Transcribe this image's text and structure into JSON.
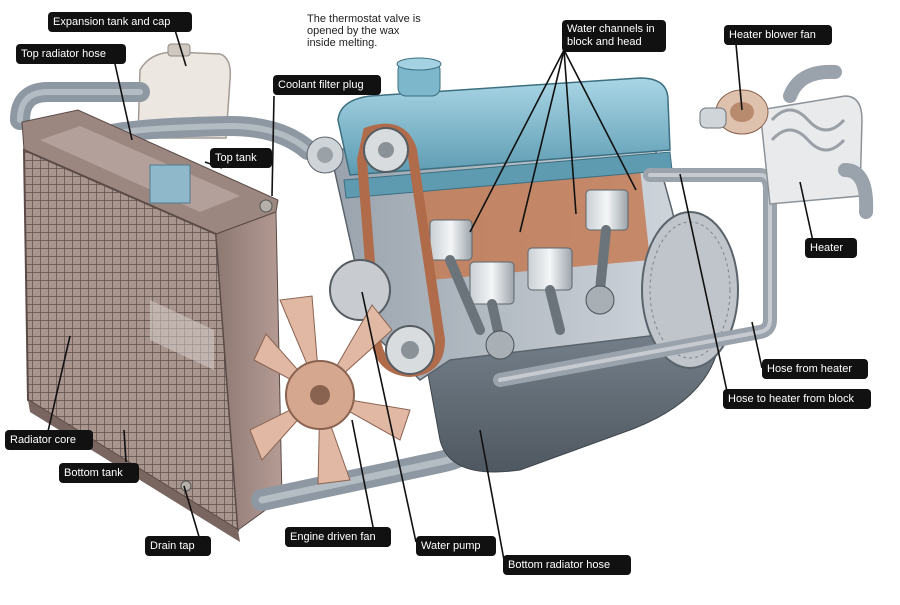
{
  "note": "The thermostat valve is\nopened by the wax\ninside melting.",
  "labels": {
    "expansion_tank": "Expansion tank and cap",
    "top_radiator_hose": "Top radiator hose",
    "coolant_filter_plug": "Coolant filter plug",
    "top_tank": "Top tank",
    "water_channels": "Water channels in block and head",
    "heater_blower_fan": "Heater blower fan",
    "heater": "Heater",
    "hose_from_heater": "Hose from heater",
    "hose_to_heater": "Hose to heater from block",
    "radiator_core": "Radiator core",
    "bottom_tank": "Bottom tank",
    "drain_tap": "Drain tap",
    "engine_driven_fan": "Engine driven fan",
    "water_pump": "Water pump",
    "bottom_radiator_hose": "Bottom radiator hose"
  },
  "colors": {
    "label_bg": "#111111",
    "label_text": "#ffffff",
    "cylinder_head": "#7fb8cc",
    "radiator": "#a08a84",
    "hose": "#8e98a2"
  }
}
